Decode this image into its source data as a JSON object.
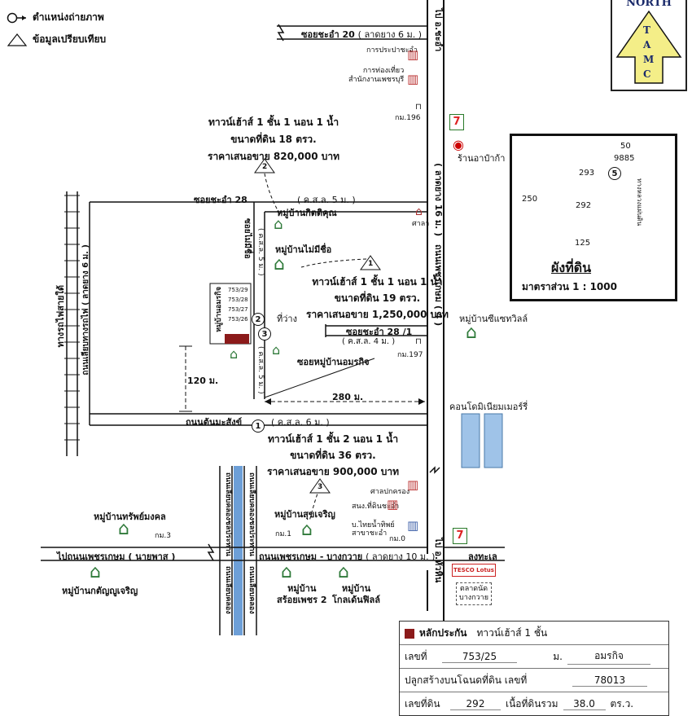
{
  "legend": {
    "photo_point": "ตำแหน่งถ่ายภาพ",
    "comparison": "ข้อมูลเปรียบเทียบ"
  },
  "compass": {
    "north": "NORTH",
    "letters": "TAMC"
  },
  "roads": {
    "soi20": "ซอยชะอำ 20",
    "soi20_detail": "( ลาดยาง 6 ม. )",
    "soi28": "ซอยชะอำ 28",
    "soi28_detail": "( ค.ส.ล. 5 ม. )",
    "soi28_1": "ซอยชะอำ 28 /1",
    "soi28_1_detail": "( ค.ส.ล. 4 ม. )",
    "to_chaam": "ไป อ.ชะอำ",
    "phetkasem_main": "ถนนเพชรเกษม ( 4 )",
    "phetkasem_main_detail": "( ลาดยาง 16 ม. )",
    "soi_no_name": "ซอยไม่มีชื่อ",
    "soi_no_name_detail": "( ค.ส.ล. 5 ม. )",
    "rail": "ทางรถไฟสายใต้",
    "rail_side_road": "ถนนเลียบทางรถไฟ ( ลาดยาง 6 ม. )",
    "soi_amornkit": "ซอยหมู่บ้านอมรกิจ",
    "soi_amornkit_detail": "( ค.ส.ล. 5 ม. )",
    "ton_masang": "ถนนต้นมะสังข์",
    "ton_masang_detail": "( ค.ส.ล. 6 ม. )",
    "phetkasem_bangkwai": "ถนนเพชรเกษม - บางกวาย",
    "phetkasem_bangkwai_detail": "( ลาดยาง 10 ม. )",
    "to_phetkasem_old": "ไปถนนเพชรเกษม ( นายพาส )",
    "to_sea": "ลงทะเล",
    "to_huahin": "ไป อ.หัวหิน",
    "canal_left": "ถนนเลียบคลองชลประทาน",
    "canal_right": "ถนนเลียบคลองชลประทาน",
    "canal_bottom_left": "ถนนเลียบคลอง",
    "canal_bottom_right": "ถนนเลียบคลอง"
  },
  "places": {
    "chaam_waterworks": "การประปาชะอำ",
    "tourism_office": "การท่องเที่ยว\nสำนักงานเพชรบุรี",
    "km196": "กม.196",
    "km197": "กม.197",
    "km1": "กม.1",
    "km3": "กม.3",
    "km0": "กม.0",
    "sala": "ศาลา",
    "ar_pa_ka": "ร้านอาป๋าก้า",
    "vill_kitikun": "หมู่บ้านกิตติคุณ",
    "vill_no_name": "หมู่บ้านไม่มีชื่อ",
    "vill_amornkit": "หมู่บ้านอมรกิจ",
    "vill_see_sawa": "หมู่บ้านซีแซทวิลล์",
    "condo": "คอนโดมิเนียมเมอร์รี่",
    "vill_suk_charoen": "หมู่บ้านสุขเจริญ",
    "vill_sap_mongkol": "หมู่บ้านทรัพย์มงคล",
    "vill_kittu_charoen": "หมู่บ้านกตัญญูเจริญ",
    "vill_soi_phet": "หมู่บ้าน\nสร้อยเพชร 2",
    "vill_golden": "หมู่บ้าน\nโกลเด้นฟิลล์",
    "district_office": "ศาลปกครอง",
    "land_office": "สนง.ที่ดินชะอำ",
    "thai_water": "บ.ไทยน้ำทิพย์\nสาขาชะอำ",
    "tesco": "TESCO Lotus",
    "bangkwai_market": "ตลาดนัด\nบางกวาย",
    "empty": "ที่ว่าง",
    "lots": [
      "753/29",
      "753/28",
      "753/27",
      "753/26"
    ]
  },
  "distances": {
    "d120": "120 ม.",
    "d280": "280 ม."
  },
  "comparisons": {
    "c1": {
      "no": "1",
      "line1": "ทาวน์เฮ้าส์ 1 ชั้น 1 นอน 1 น้ำ",
      "line2": "ขนาดที่ดิน 19 ตรว.",
      "line3": "ราคาเสนอขาย 1,250,000 บาท"
    },
    "c2": {
      "no": "2",
      "line1": "ทาวน์เฮ้าส์ 1 ชั้น 1 นอน 1 น้ำ",
      "line2": "ขนาดที่ดิน 18 ตรว.",
      "line3": "ราคาเสนอขาย 820,000 บาท"
    },
    "c3": {
      "no": "3",
      "line1": "ทาวน์เฮ้าส์ 1 ชั้น 2 นอน 1 น้ำ",
      "line2": "ขนาดที่ดิน 36 ตรว.",
      "line3": "ราคาเสนอขาย 900,000 บาท"
    }
  },
  "photo_points": [
    "1",
    "2",
    "3",
    "5"
  ],
  "plan": {
    "title": "ผังที่ดิน",
    "scale": "มาตราส่วน 1 : 1000",
    "top": "50",
    "deed": "9885",
    "n293": "293",
    "n292": "292",
    "n250": "250",
    "n125": "125",
    "public_path": "ทางหลวงแผ่นดิน",
    "point": "5"
  },
  "info": {
    "collateral_label": "หลักประกัน",
    "collateral_type": "ทาวน์เฮ้าส์ 1 ชั้น",
    "no_label": "เลขที่",
    "no_value": "753/25",
    "moo_label": "ม.",
    "moo_value": "อมรกิจ",
    "built_label": "ปลูกสร้างบนโฉนดที่ดิน เลขที่",
    "deed_value": "78013",
    "land_no_label": "เลขที่ดิน",
    "land_no_value": "292",
    "area_label": "เนื้อที่ดินรวม",
    "area_value": "38.0",
    "area_unit": "ตร.ว."
  },
  "colors": {
    "road": "#111111",
    "house_green": "#2f7a3a",
    "collateral": "#8b1a1a",
    "condo": "#9fc3e8",
    "canal": "#3c7fc9"
  }
}
